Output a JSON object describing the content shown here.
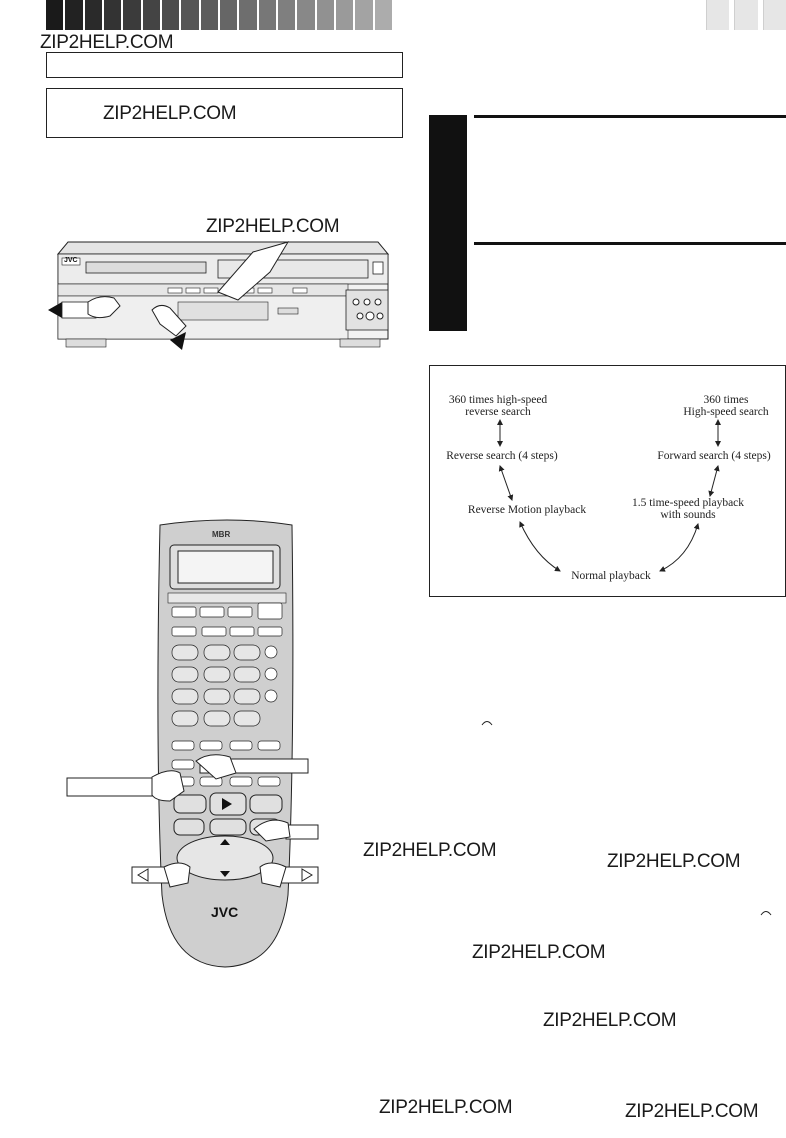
{
  "watermark": "ZIP2HELP.COM",
  "header": {
    "stripe_colors": [
      "#1a1a1a",
      "#222",
      "#2a2a2a",
      "#333",
      "#3b3b3b",
      "#444",
      "#4c4c4c",
      "#555",
      "#5d5d5d",
      "#666",
      "#6e6e6e",
      "#777",
      "#7f7f7f",
      "#888",
      "#919191",
      "#9a9a9a",
      "#a3a3a3",
      "#acacac"
    ]
  },
  "vcr": {
    "brand": "JVC"
  },
  "remote": {
    "brand": "JVC",
    "top_logo": "MBR"
  },
  "diagram": {
    "nodes": {
      "rev360": [
        "360 times high-speed",
        "reverse search"
      ],
      "fwd360": [
        "360 times",
        "High-speed search"
      ],
      "revsearch": [
        "Reverse search (4 steps)"
      ],
      "fwdsearch": [
        "Forward search (4 steps)"
      ],
      "revmotion": [
        "Reverse Motion playback"
      ],
      "speed15": [
        "1.5 time-speed playback",
        "with sounds"
      ],
      "normal": [
        "Normal playback"
      ]
    }
  }
}
